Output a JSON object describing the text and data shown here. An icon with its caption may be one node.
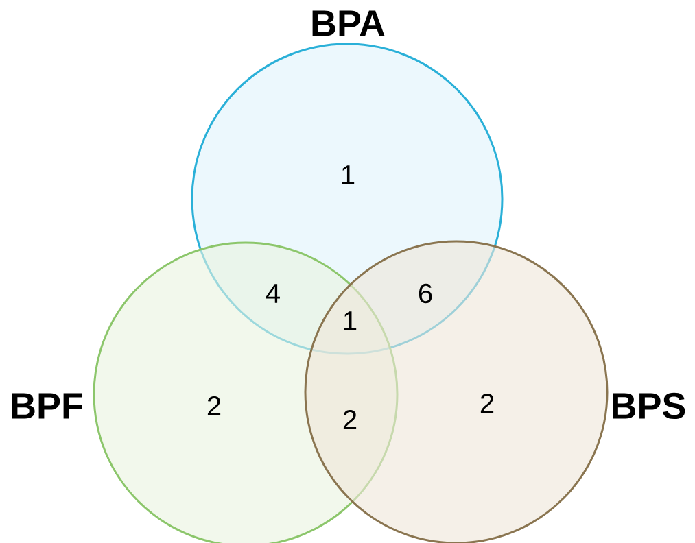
{
  "diagram": {
    "nodes": [
      {
        "text": [
          "1"
        ],
        "beside": [
          "BPA"
        ]
      },
      {
        "text": [
          "2"
        ],
        "beside": [
          "BPF"
        ]
      },
      {
        "text": [
          "2"
        ],
        "beside": [
          "BPS"
        ]
      }
    ],
    "labels": [
      "4",
      "6",
      "1",
      "2"
    ]
  }
}
